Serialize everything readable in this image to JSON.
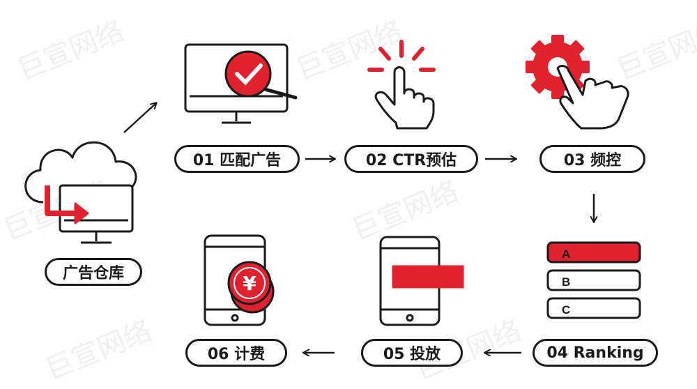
{
  "colors": {
    "accent": "#e0212f",
    "stroke": "#1a1a1a"
  },
  "watermark": "巨宣网络",
  "steps": {
    "ad_warehouse": {
      "label": "广告仓库",
      "icon": "cloud-monitor-icon"
    },
    "match": {
      "label": "01 匹配广告",
      "icon": "monitor-magnifier-icon"
    },
    "ctr": {
      "label": "02 CTR预估",
      "icon": "hand-tap-icon"
    },
    "freq": {
      "label": "03 频控",
      "icon": "gear-hand-icon"
    },
    "ranking": {
      "label": "04 Ranking",
      "icon": "ranking-list-icon",
      "items": [
        "A",
        "B",
        "C"
      ]
    },
    "deliver": {
      "label": "05 投放",
      "icon": "phone-banner-icon"
    },
    "billing": {
      "label": "06 计费",
      "icon": "phone-yen-coin-icon",
      "coin_symbol": "¥"
    }
  }
}
